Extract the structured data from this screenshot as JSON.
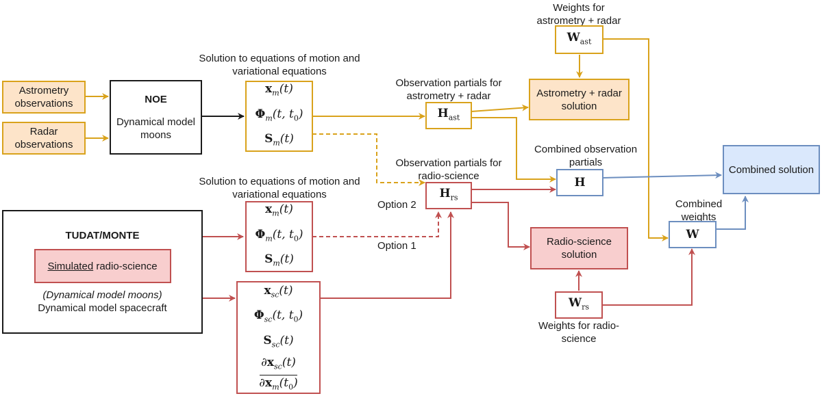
{
  "colors": {
    "orange": "#d9a21b",
    "orange_fill": "#fde4c9",
    "red": "#c05050",
    "red_fill": "#f8cece",
    "blue": "#6c8ebf",
    "blue_fill": "#dae8fc",
    "black": "#1a1a1a"
  },
  "inputs": {
    "astrometry": [
      "Astrometry",
      "observations"
    ],
    "radar": [
      "Radar",
      "observations"
    ]
  },
  "noe": {
    "title": "NOE",
    "subtitle": [
      "Dynamical model",
      "moons"
    ]
  },
  "noe_solution": {
    "caption": [
      "Solution to equations of motion and",
      "variational equations"
    ],
    "terms": {
      "x": {
        "sym": "x",
        "sub": "m",
        "args": "(t)"
      },
      "phi": {
        "sym": "Φ",
        "sub": "m",
        "args": "(t, t",
        "args_sub": "0",
        "args_end": ")"
      },
      "s": {
        "sym": "S",
        "sub": "m",
        "args": "(t)"
      }
    }
  },
  "tudat": {
    "title": "TUDAT/MONTE",
    "inner_underlined": "Simulated",
    "inner_rest": " radio-science",
    "italic_line": "(Dynamical model moons)",
    "line2": "Dynamical model spacecraft"
  },
  "tudat_solution_moons": {
    "caption": [
      "Solution to equations of motion and",
      "variational equations"
    ]
  },
  "tudat_solution_sc": {
    "x": {
      "sym": "x",
      "sub": "sc",
      "args": "(t)"
    },
    "phi": {
      "sym": "Φ",
      "sub": "sc",
      "args": "(t, t",
      "args_sub": "0",
      "args_end": ")"
    },
    "s": {
      "sym": "S",
      "sub": "sc",
      "args": "(t)"
    },
    "frac_num": {
      "pre": "∂",
      "sym": "x",
      "sub": "sc",
      "args": "(t)"
    },
    "frac_den": {
      "pre": "∂",
      "sym": "x",
      "sub": "m",
      "args": "(t",
      "args_sub": "0",
      "args_end": ")"
    }
  },
  "h_ast": {
    "caption": [
      "Observation partials for",
      "astrometry + radar"
    ],
    "sym": "H",
    "sub": "ast"
  },
  "h_rs": {
    "caption": [
      "Observation partials for",
      "radio-science"
    ],
    "sym": "H",
    "sub": "rs"
  },
  "h_combined": {
    "caption": [
      "Combined observation",
      "partials"
    ],
    "sym": "H"
  },
  "w_ast": {
    "caption": [
      "Weights for",
      "astrometry + radar"
    ],
    "sym": "W",
    "sub": "ast"
  },
  "w_rs": {
    "caption": [
      "Weights for radio-",
      "science"
    ],
    "sym": "W",
    "sub": "rs"
  },
  "w_combined": {
    "caption": [
      "Combined",
      "weights"
    ],
    "sym": "W"
  },
  "solutions": {
    "astrometry_radar": [
      "Astrometry + radar",
      "solution"
    ],
    "radio_science": [
      "Radio-science",
      "solution"
    ],
    "combined": "Combined solution"
  },
  "options": {
    "option1": "Option 1",
    "option2": "Option 2"
  }
}
